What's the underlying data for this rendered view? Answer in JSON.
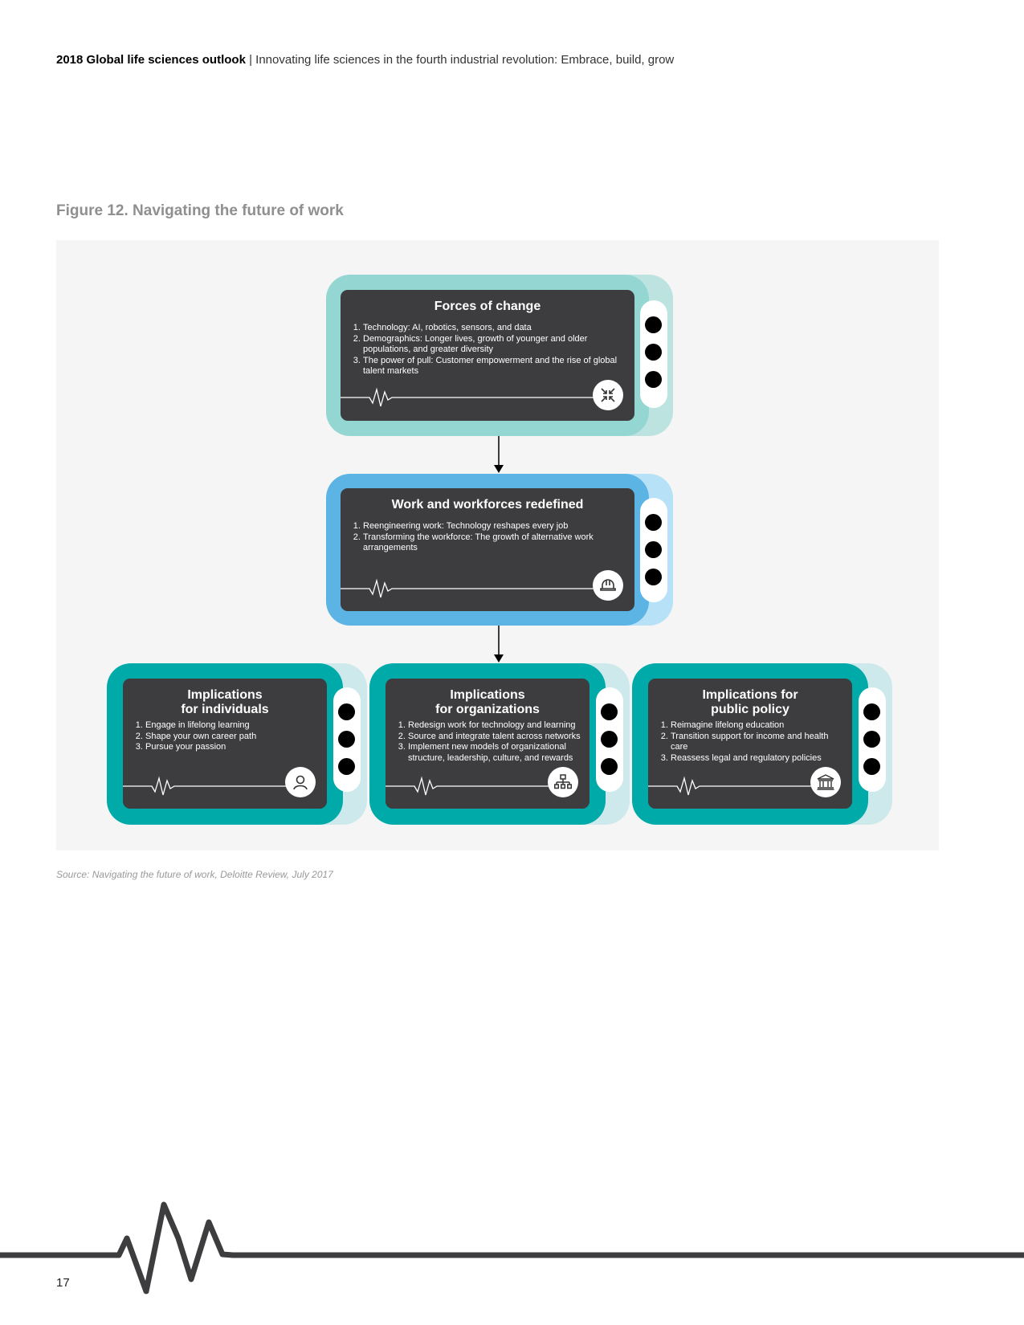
{
  "header": {
    "bold": "2018 Global life sciences outlook",
    "rest": " | Innovating life sciences in the fourth industrial revolution: Embrace, build, grow"
  },
  "figure": {
    "title": "Figure 12. Navigating the future of work"
  },
  "cards": {
    "forces": {
      "title": "Forces of change",
      "items": [
        "Technology: AI, robotics, sensors, and data",
        "Demographics: Longer lives, growth of younger and older populations, and greater diversity",
        "The power of pull: Customer empowerment and the rise of global talent markets"
      ],
      "icon": "arrows-inward-icon",
      "color": "#94d6d2"
    },
    "work": {
      "title": "Work and workforces redefined",
      "items": [
        "Reengineering work: Technology reshapes every job",
        "Transforming the workforce: The growth of alternative work arrangements"
      ],
      "icon": "hard-hat-icon",
      "color": "#5bb4e4"
    },
    "individuals": {
      "title_line1": "Implications",
      "title_line2": "for individuals",
      "items": [
        "Engage in lifelong learning",
        "Shape your own career path",
        "Pursue your passion"
      ],
      "icon": "person-icon",
      "color": "#00aaa9"
    },
    "organizations": {
      "title_line1": "Implications",
      "title_line2": "for organizations",
      "items": [
        "Redesign work for technology and learning",
        "Source and integrate talent across networks",
        "Implement new models of organizational structure, leadership, culture, and rewards"
      ],
      "icon": "org-chart-icon",
      "color": "#00aaa9"
    },
    "policy": {
      "title_line1": "Implications for",
      "title_line2": "public policy",
      "items": [
        "Reimagine lifelong education",
        "Transition support for income and health care",
        "Reassess legal and regulatory policies"
      ],
      "icon": "government-building-icon",
      "color": "#00aaa9"
    }
  },
  "source": "Source: Navigating the future of work, Deloitte Review, July 2017",
  "page_number": "17"
}
